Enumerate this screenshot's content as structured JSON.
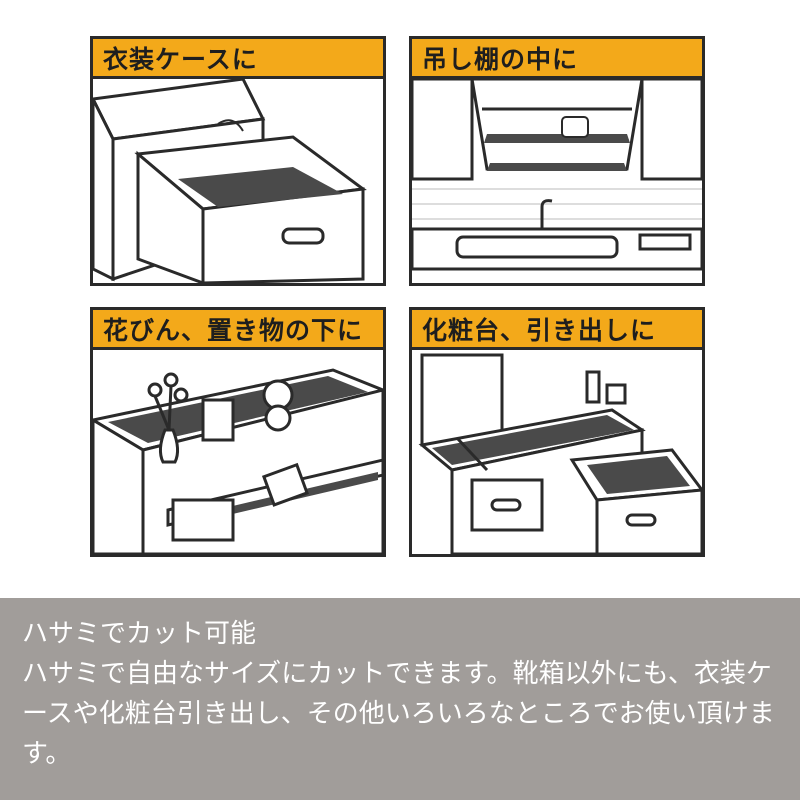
{
  "panels": [
    {
      "title": "衣装ケースに",
      "icon": "storage-drawer-illustration"
    },
    {
      "title": "吊し棚の中に",
      "icon": "kitchen-cupboard-illustration"
    },
    {
      "title": "花びん、置き物の下に",
      "icon": "shelf-ornaments-illustration"
    },
    {
      "title": "化粧台、引き出しに",
      "icon": "dresser-drawer-illustration"
    }
  ],
  "caption": {
    "title": "ハサミでカット可能",
    "body": "ハサミで自由なサイズにカットできます。靴箱以外にも、衣装ケースや化粧台引き出し、その他いろいろなところでお使い頂けます。"
  },
  "colors": {
    "header": "#f3a91a",
    "caption_bg": "#a19d9a",
    "mat": "#4a4a4a"
  }
}
